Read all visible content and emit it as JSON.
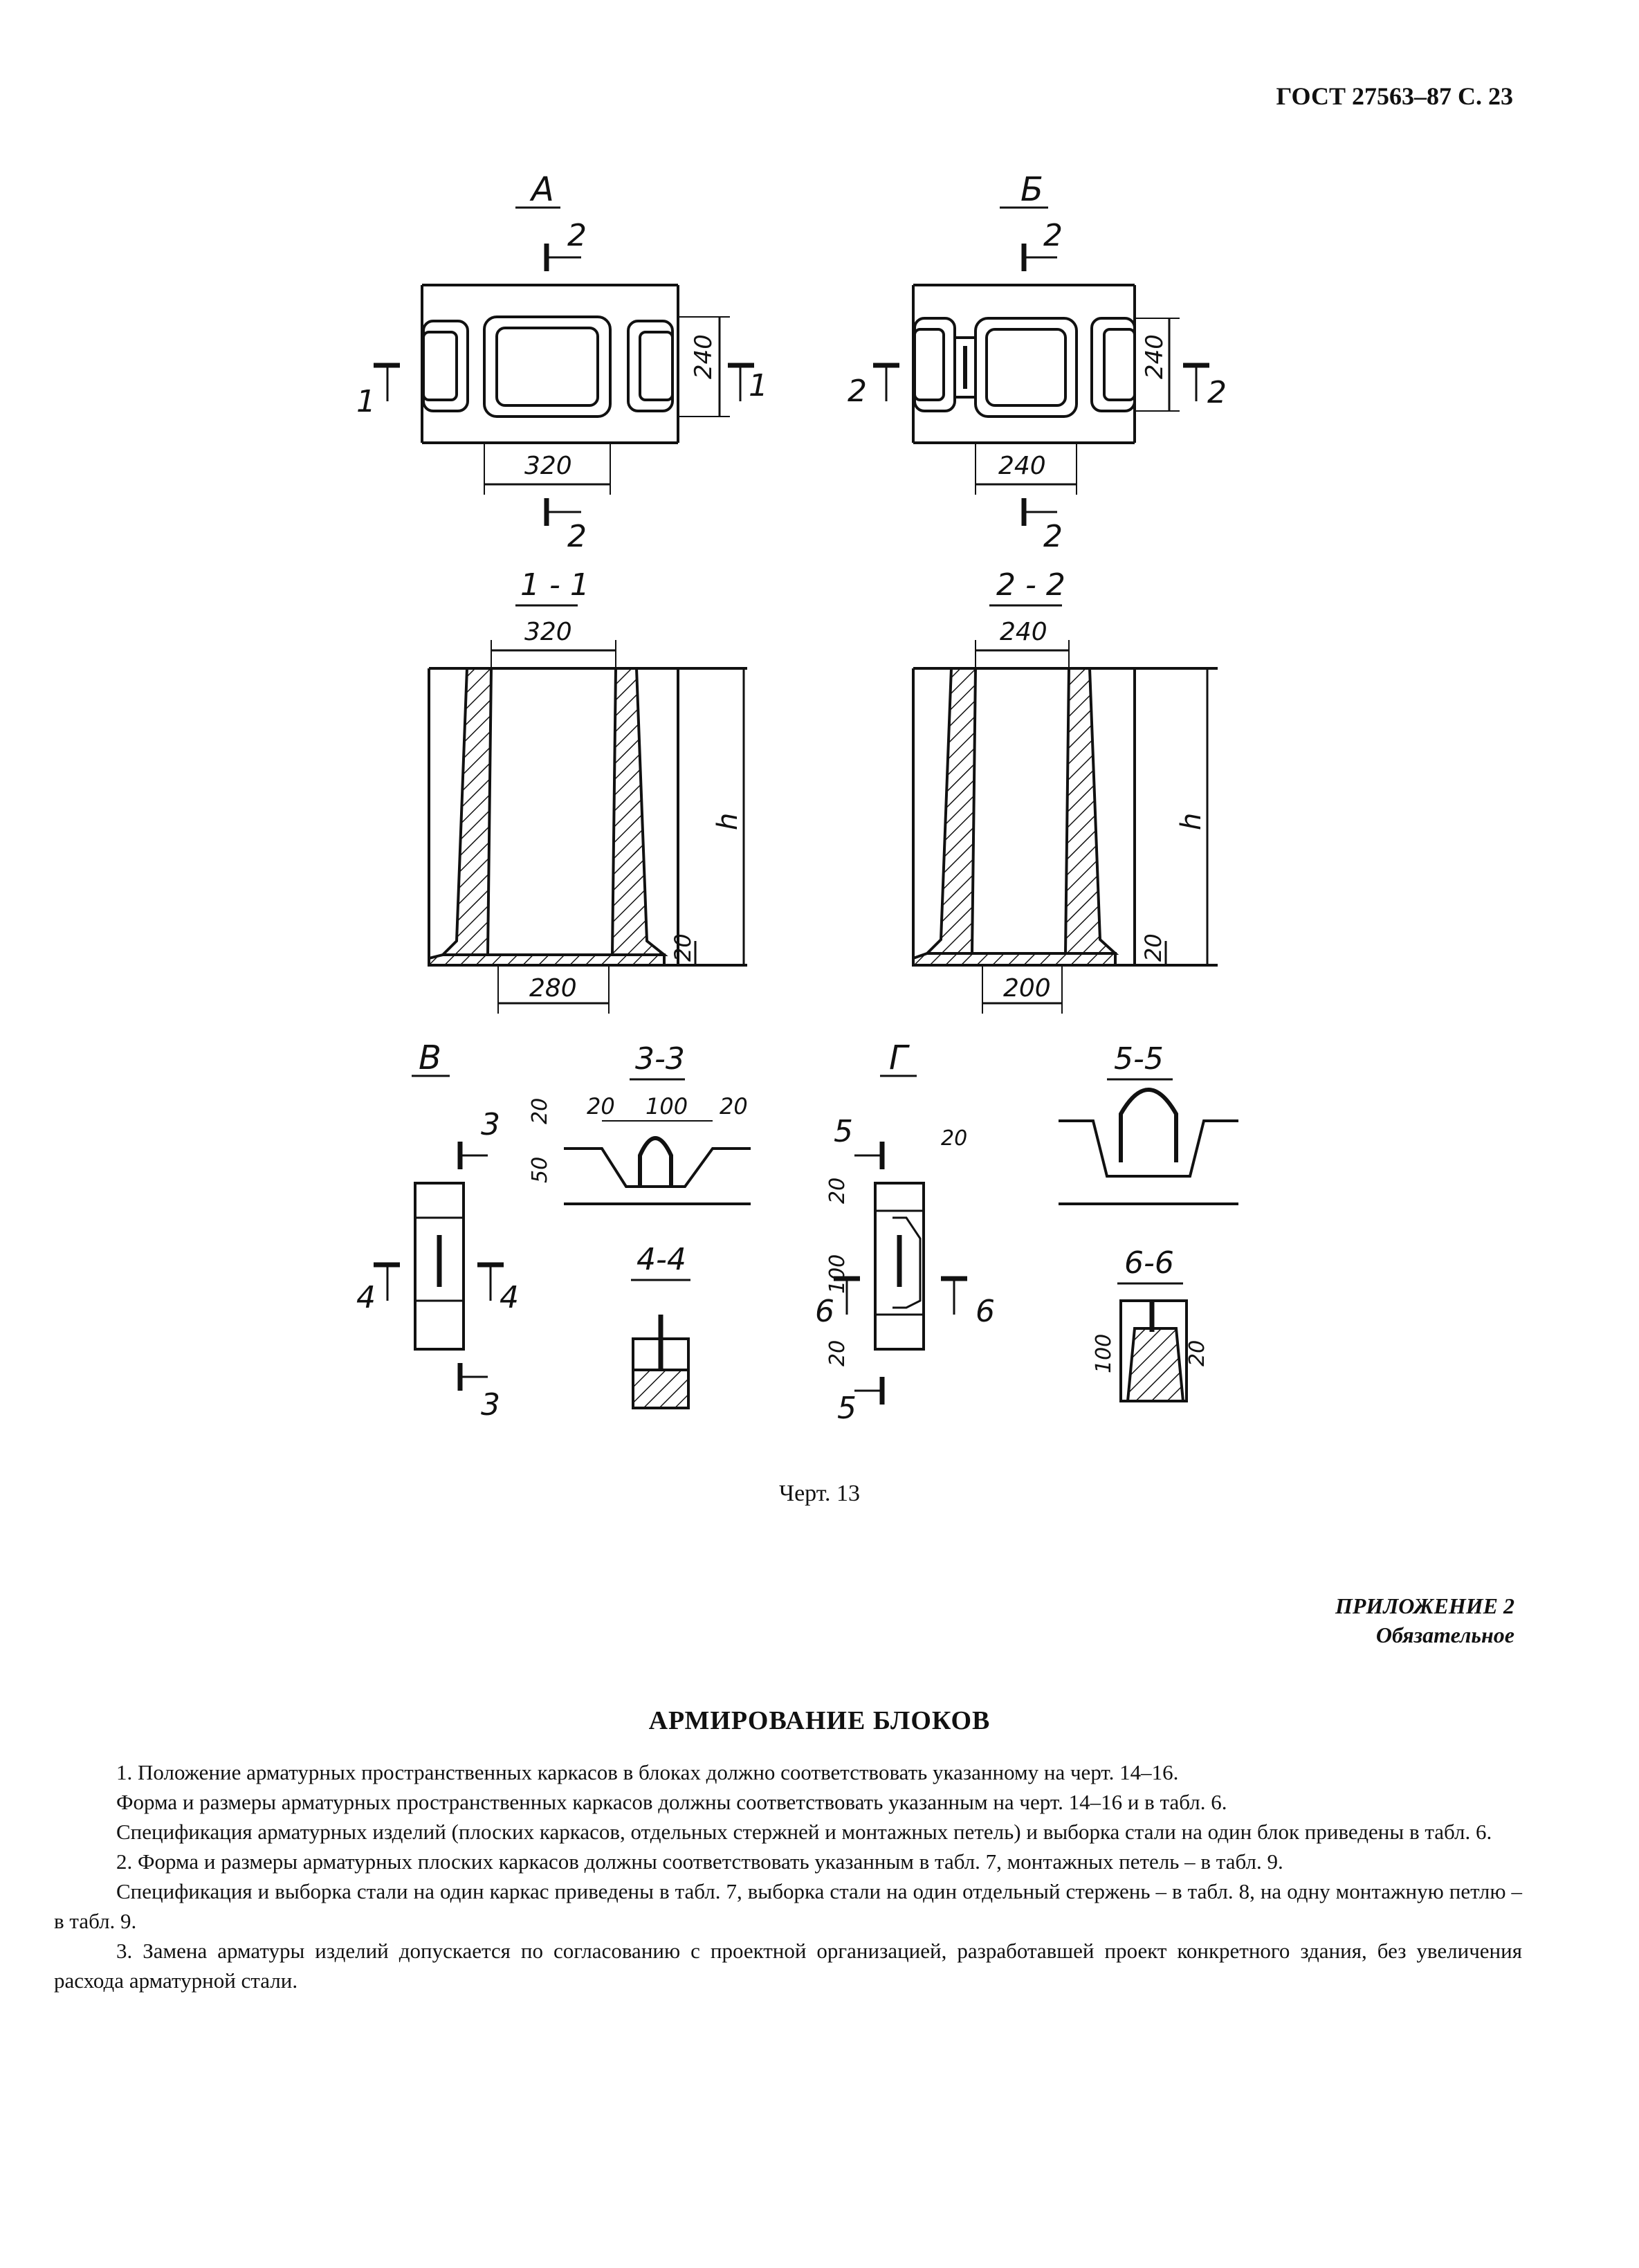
{
  "header": {
    "text": "ГОСТ 27563–87 С. 23"
  },
  "drawing": {
    "view_a": {
      "title": "А",
      "dim_width": "320",
      "dim_height": "240",
      "cut1": "1",
      "cut2": "2"
    },
    "view_b": {
      "title": "Б",
      "dim_width": "240",
      "dim_height": "240",
      "cut1": "2",
      "cut2": "2"
    },
    "section_11": {
      "title": "1 - 1",
      "dim_top": "320",
      "dim_bottom": "280",
      "dim_h": "h",
      "dim_20": "20"
    },
    "section_22": {
      "title": "2 - 2",
      "dim_top": "240",
      "dim_bottom": "200",
      "dim_h": "h",
      "dim_20": "20"
    },
    "view_v": {
      "title": "В",
      "cut3": "3",
      "cut4": "4"
    },
    "section_33": {
      "title": "3-3",
      "d20a": "20",
      "d100": "100",
      "d20b": "20",
      "d20v": "20",
      "d50": "50"
    },
    "section_44": {
      "title": "4-4"
    },
    "view_g": {
      "title": "Г",
      "cut5": "5",
      "cut6": "6",
      "d20h": "20",
      "d20a": "20",
      "d100": "100",
      "d20b": "20"
    },
    "section_55": {
      "title": "5-5"
    },
    "section_66": {
      "title": "6-6",
      "d100": "100",
      "d20": "20"
    }
  },
  "caption": "Черт. 13",
  "appendix": {
    "line1": "ПРИЛОЖЕНИЕ 2",
    "line2": "Обязательное"
  },
  "title": "АРМИРОВАНИЕ БЛОКОВ",
  "paragraphs": [
    "1. Положение арматурных пространственных каркасов в блоках должно соответствовать указанному на черт. 14–16.",
    "Форма и размеры арматурных пространственных каркасов должны соответствовать указанным на черт. 14–16 и в табл. 6.",
    "Спецификация арматурных изделий (плоских каркасов, отдельных стержней и монтажных петель) и выборка стали на один блок приведены в табл. 6.",
    "2. Форма и размеры арматурных плоских каркасов должны соответствовать указанным в табл. 7, монтажных петель – в табл. 9.",
    "Спецификация и выборка стали на один каркас приведены в табл. 7, выборка стали на один отдельный стержень – в табл. 8, на одну монтажную петлю – в табл. 9.",
    "3. Замена арматуры изделий допускается по согласованию с проектной организацией, разработавшей проект конкретного здания, без увеличения расхода арматурной стали."
  ]
}
